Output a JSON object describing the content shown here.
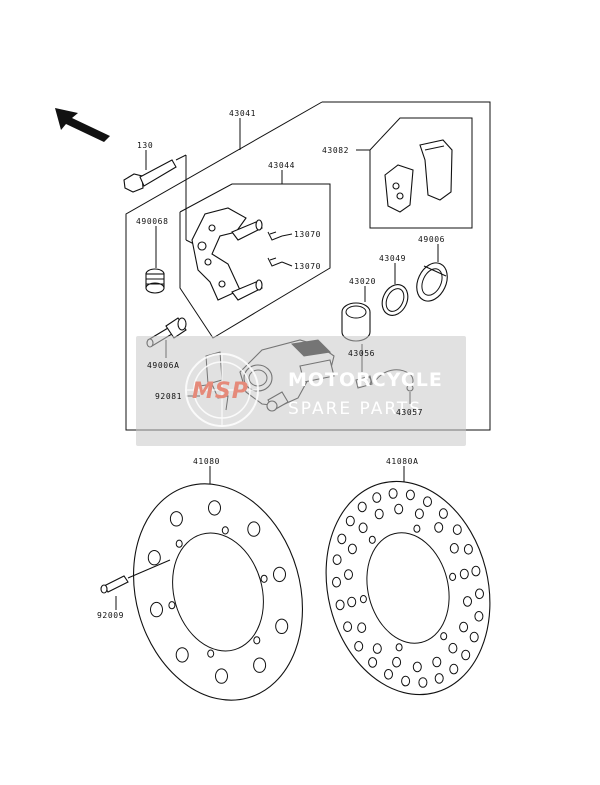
{
  "labels": {
    "p130": "130",
    "p43041": "43041",
    "p43044": "43044",
    "p43082": "43082",
    "p490068": "490068",
    "p13070a": "13070",
    "p13070b": "13070",
    "p43049": "43049",
    "p49006": "49006",
    "p43020": "43020",
    "p49006A": "49006A",
    "p43056": "43056",
    "p92081": "92081",
    "p43057": "43057",
    "p41080": "41080",
    "p41080A": "41080A",
    "p92009": "92009"
  },
  "watermark": {
    "brand_left": "MOTORCYCLE",
    "brand_right": "SPARE PARTS",
    "logo_text": "MSP"
  },
  "icons": {
    "direction_arrow": "front-direction-arrow-icon"
  }
}
